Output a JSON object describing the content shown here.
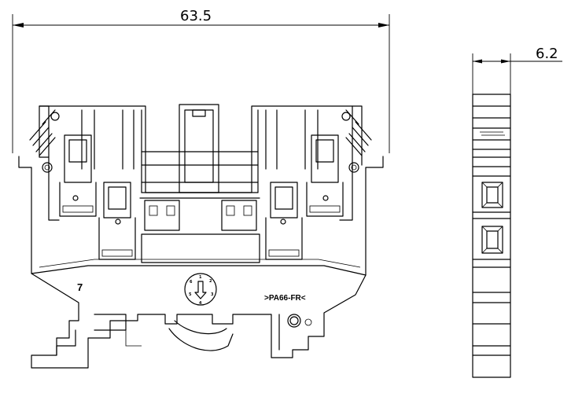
{
  "dimensions": {
    "width_label": "63.5",
    "thickness_label": "6.2"
  },
  "markings": {
    "part_number": "7",
    "material": ">PA66-FR<"
  },
  "date_wheel": {
    "numbers": [
      "1",
      "2",
      "3",
      "4",
      "5",
      "6"
    ]
  }
}
